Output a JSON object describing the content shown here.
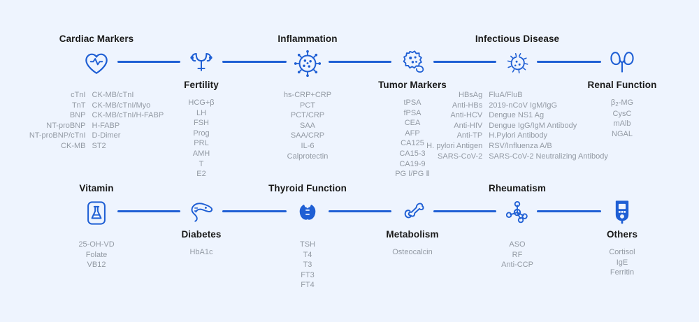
{
  "theme": {
    "background": "#eef4fe",
    "accent": "#1f5fd4",
    "title_color": "#1a1a1a",
    "list_color": "#939aa4"
  },
  "diagram": {
    "type": "panel-menu",
    "rows": 2,
    "nodes_per_row": 6
  },
  "nodes": [
    {
      "id": "cardiac-markers",
      "title": "Cardiac Markers",
      "icon": "heart-pulse-icon",
      "title_position": "above",
      "columns": [
        [
          "cTnI",
          "TnT",
          "BNP",
          "NT-proBNP",
          "NT-proBNP/cTnI",
          "CK-MB"
        ],
        [
          "CK-MB/cTnI",
          "CK-MB/cTnI/Myo",
          "CK-MB/cTnI/H-FABP",
          "H-FABP",
          "D-Dimer",
          "ST2"
        ]
      ]
    },
    {
      "id": "fertility",
      "title": "Fertility",
      "icon": "uterus-icon",
      "title_position": "below",
      "items": [
        "HCG+β",
        "LH",
        "FSH",
        "Prog",
        "PRL",
        "AMH",
        "T",
        "E2"
      ]
    },
    {
      "id": "inflammation",
      "title": "Inflammation",
      "icon": "virus-icon",
      "title_position": "above",
      "items": [
        "hs-CRP+CRP",
        "PCT",
        "PCT/CRP",
        "SAA",
        "SAA/CRP",
        "IL-6",
        "Calprotectin"
      ]
    },
    {
      "id": "tumor-markers",
      "title": "Tumor Markers",
      "icon": "tumor-cell-icon",
      "title_position": "below",
      "items": [
        "tPSA",
        "fPSA",
        "CEA",
        "AFP",
        "CA125",
        "CA15-3",
        "CA19-9",
        "PG Ⅰ/PG Ⅱ"
      ]
    },
    {
      "id": "infectious-disease",
      "title": "Infectious Disease",
      "icon": "bacteria-icon",
      "title_position": "above",
      "columns": [
        [
          "HBsAg",
          "Anti-HBs",
          "Anti-HCV",
          "Anti-HIV",
          "Anti-TP",
          "H. pylori Antigen",
          "SARS-CoV-2"
        ],
        [
          "FluA/FluB",
          "2019-nCoV IgM/IgG",
          "Dengue NS1 Ag",
          "Dengue IgG/IgM Antibody",
          "H.Pylori Antibody",
          "RSV/Influenza A/B",
          "SARS-CoV-2 Neutralizing Antibody"
        ]
      ]
    },
    {
      "id": "renal-function",
      "title": "Renal Function",
      "icon": "kidneys-icon",
      "title_position": "below",
      "items_html": [
        "β<sub>2</sub>-MG",
        "CysC",
        "mAlb",
        "NGAL"
      ]
    },
    {
      "id": "vitamin",
      "title": "Vitamin",
      "icon": "flask-icon",
      "title_position": "above",
      "items": [
        "25-OH-VD",
        "Folate",
        "VB12"
      ]
    },
    {
      "id": "diabetes",
      "title": "Diabetes",
      "icon": "pancreas-icon",
      "title_position": "below",
      "items": [
        "HbA1c"
      ]
    },
    {
      "id": "thyroid-function",
      "title": "Thyroid Function",
      "icon": "thyroid-icon",
      "title_position": "above",
      "items": [
        "TSH",
        "T4",
        "T3",
        "FT3",
        "FT4"
      ]
    },
    {
      "id": "metabolism",
      "title": "Metabolism",
      "icon": "bone-icon",
      "title_position": "below",
      "items": [
        "Osteocalcin"
      ]
    },
    {
      "id": "rheumatism",
      "title": "Rheumatism",
      "icon": "molecule-icon",
      "title_position": "above",
      "items": [
        "ASO",
        "RF",
        "Anti-CCP"
      ]
    },
    {
      "id": "others",
      "title": "Others",
      "icon": "glucose-meter-icon",
      "title_position": "below",
      "items": [
        "Cortisol",
        "IgE",
        "Ferritin"
      ]
    }
  ]
}
